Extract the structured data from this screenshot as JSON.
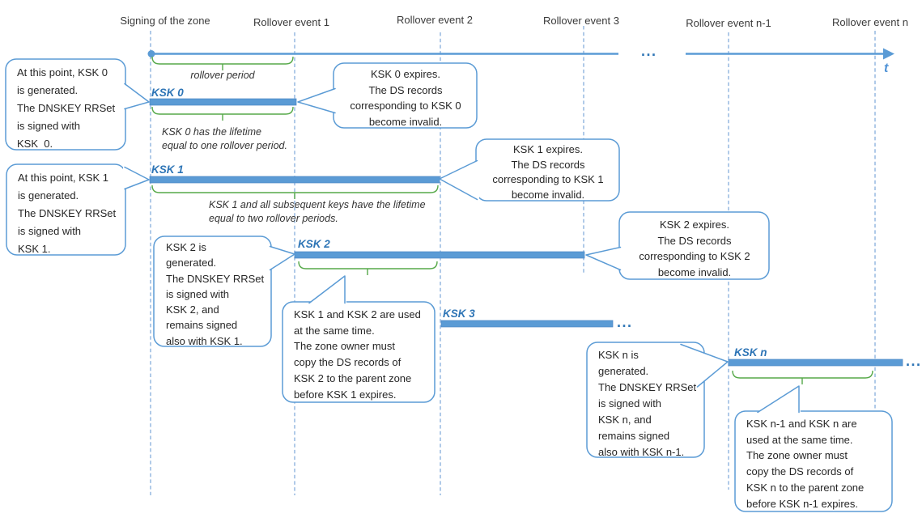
{
  "title": "KSK rollover timeline diagram",
  "colors": {
    "bar": "#5B9BD5",
    "key_label": "#2E75B6",
    "brace": "#56A949",
    "dashed_line": "#8FB4DF",
    "callout_border": "#5B9BD5",
    "timeline": "#5B9BD5",
    "text": "#262626"
  },
  "events": [
    {
      "label": "Signing of the zone"
    },
    {
      "label": "Rollover event 1"
    },
    {
      "label": "Rollover event 2"
    },
    {
      "label": "Rollover event 3"
    },
    {
      "label": "Rollover event n-1"
    },
    {
      "label": "Rollover event n"
    }
  ],
  "timeline": {
    "axis_label": "t"
  },
  "ellipsis": "...",
  "keys": [
    {
      "label": "KSK 0"
    },
    {
      "label": "KSK 1"
    },
    {
      "label": "KSK 2"
    },
    {
      "label": "KSK 3"
    },
    {
      "label": "KSK n"
    }
  ],
  "annotations": {
    "rollover_period": "rollover period",
    "ksk0_lifetime": "KSK 0 has the lifetime\nequal to one rollover period.",
    "ksk1_lifetime": "KSK 1 and all subsequent keys have the lifetime\nequal to two rollover periods."
  },
  "callouts": {
    "ksk0_generated": "At this point, KSK 0\nis generated.\nThe DNSKEY RRSet\nis signed with\nKSK  0.",
    "ksk0_expires": "KSK 0 expires.\nThe DS records\ncorresponding to KSK 0\nbecome invalid.",
    "ksk1_generated": "At this point, KSK 1\nis generated.\nThe DNSKEY RRSet\nis signed with\nKSK 1.",
    "ksk1_expires": "KSK 1 expires.\nThe DS records\ncorresponding to KSK 1\nbecome invalid.",
    "ksk2_generated": "KSK 2 is\ngenerated.\nThe DNSKEY RRSet\nis signed with\nKSK 2, and\nremains signed\nalso with KSK 1.",
    "ksk2_expires": "KSK 2 expires.\nThe DS records\ncorresponding to KSK 2\nbecome invalid.",
    "ksk12_overlap": "KSK 1 and KSK 2 are used\nat the same time.\nThe zone owner must\ncopy the DS records of\nKSK 2 to the parent zone\nbefore KSK 1 expires.",
    "kskn_generated": "KSK n is\ngenerated.\nThe DNSKEY RRSet\nis signed with\nKSK n, and\nremains signed\nalso with KSK n-1.",
    "kskn_overlap": "KSK n-1 and KSK n are\nused at the same time.\nThe zone owner must\ncopy the DS records of\nKSK n to the parent zone\nbefore KSK n-1 expires."
  }
}
